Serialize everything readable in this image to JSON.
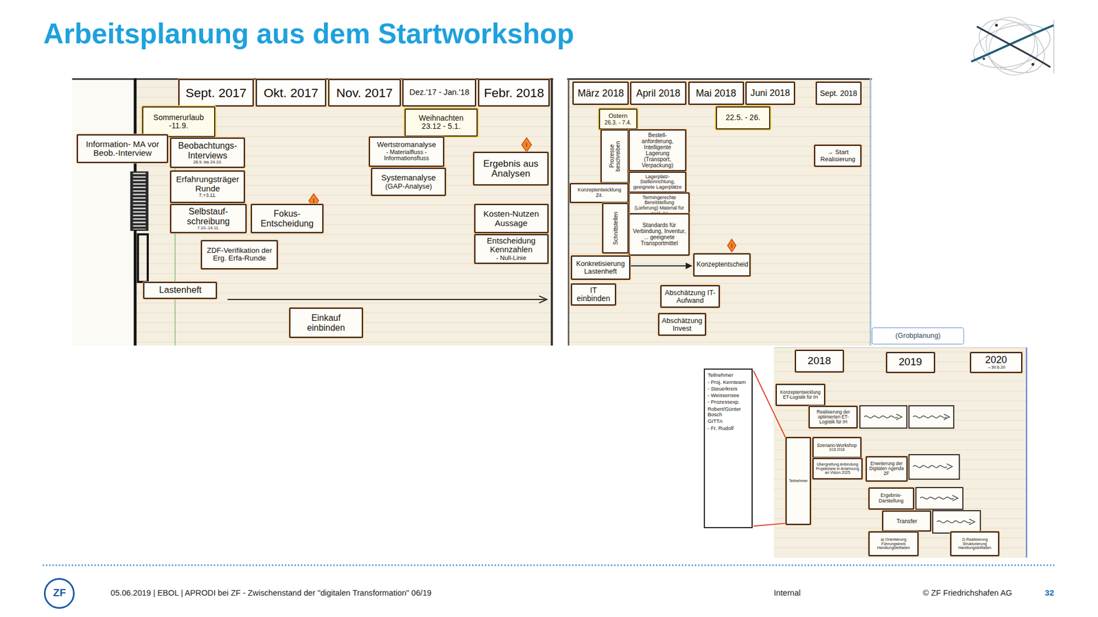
{
  "diagram": {
    "title": "Arbeitsplanung aus dem Startworkshop",
    "nodes": [
      {
        "text": [
          "Sept. 2017"
        ]
      },
      {
        "text": [
          "Okt. 2017"
        ]
      },
      {
        "text": [
          "Nov. 2017"
        ]
      },
      {
        "text": [
          "Dez.'17 - Jan.'18"
        ]
      },
      {
        "text": [
          "Febr. 2018"
        ]
      },
      {
        "text": [
          "Sommerurlaub",
          "-11.9."
        ]
      },
      {
        "text": [
          "Weihnachten",
          "23.12 - 5.1."
        ]
      },
      {
        "text": [
          "Information- MA vor Beob.-Interview"
        ]
      },
      {
        "text": [
          "Beobachtungs-Interviews",
          "28.9. bis 24.10."
        ]
      },
      {
        "text": [
          "Erfahrungsträger Runde",
          "7.+3.11."
        ]
      },
      {
        "text": [
          "Selbstauf- schreibung",
          "7.10.-14.11."
        ]
      },
      {
        "text": [
          "Fokus- Entscheidung"
        ]
      },
      {
        "text": [
          "ZDF-Verifikation der Erg. Erfa-Runde"
        ]
      },
      {
        "text": [
          "Lastenheft"
        ]
      },
      {
        "text": [
          "Einkauf einbinden"
        ]
      },
      {
        "text": [
          "Wertstromanalyse",
          "- Materialfluss - Informationsfluss"
        ]
      },
      {
        "text": [
          "Systemanalyse",
          "(GAP-Analyse)"
        ]
      },
      {
        "text": [
          "Ergebnis aus Analysen"
        ]
      },
      {
        "text": [
          "Kosten-Nutzen Aussage"
        ]
      },
      {
        "text": [
          "Entscheidung Kennzahlen",
          "- Null-Linie"
        ]
      },
      {
        "text": [
          "März 2018"
        ]
      },
      {
        "text": [
          "April 2018"
        ]
      },
      {
        "text": [
          "Mai 2018"
        ]
      },
      {
        "text": [
          "Juni 2018"
        ]
      },
      {
        "text": [
          "Sept. 2018"
        ]
      },
      {
        "text": [
          "Ostern",
          "26.3. - 7.4."
        ]
      },
      {
        "text": [
          "22.5. - 26."
        ]
      },
      {
        "text": [
          "Prozesse beschreiben"
        ]
      },
      {
        "text": [
          "Bestell- anforderung, Intelligente Lagerung (Transport, Verpackung)"
        ]
      },
      {
        "text": [
          "Lagerplatz-Stelleinrichtung, geeignete Lagerplätze"
        ]
      },
      {
        "text": [
          "Termingerechte Bereitstellung (Lieferung) Material für gepl. IH"
        ]
      },
      {
        "text": [
          "Standards für Verbindung, Inventur, ... geeignete Transportmittel"
        ]
      },
      {
        "text": [
          "Konzeptentwicklung",
          "Z4."
        ]
      },
      {
        "text": [
          "Schnittstellen"
        ]
      },
      {
        "text": [
          "Konkretisierung Lastenheft"
        ]
      },
      {
        "text": [
          "IT einbinden"
        ]
      },
      {
        "text": [
          "Konzeptentscheid"
        ]
      },
      {
        "text": [
          "Abschätzung IT-Aufwand"
        ]
      },
      {
        "text": [
          "Abschätzung Invest"
        ]
      },
      {
        "text": [
          "→ Start Realisierung"
        ]
      },
      {
        "text": [
          "(Grobplanung)"
        ]
      },
      {
        "text": [
          "2018"
        ]
      },
      {
        "text": [
          "2019"
        ]
      },
      {
        "text": [
          "2020",
          "→30.6.20"
        ]
      },
      {
        "text": [
          "Konzeptentwicklung ET-Logistik für IH"
        ]
      },
      {
        "text": [
          "Realisierung der optimierten ET-Logistik für IH"
        ]
      },
      {
        "text": [
          "Teilnehmer"
        ]
      },
      {
        "text": [
          "Szenario-Workshop",
          "3/18 2018"
        ]
      },
      {
        "text": [
          "Übergreifung Anbindung Projektziele in Anlehnung an Vision 2025"
        ]
      },
      {
        "text": [
          "Erweiterung der Digitalen Agenda ZF"
        ]
      },
      {
        "text": [
          "Ergebnis-Darstellung"
        ]
      },
      {
        "text": [
          "Transfer"
        ]
      },
      {
        "text": [
          "a) Orientierung Führungskreis Handlungsleitfaden"
        ]
      },
      {
        "text": [
          "2) Realisierung Strukturierung Handlungsleitfaden"
        ]
      },
      {
        "text": [
          "Teilnehmer",
          "- Proj. Kernteam",
          "- Steuerkreis",
          "- Weissensee",
          "- Prozessexp.",
          "Robert/Günter Bosch",
          "GITTA",
          "- Fr. Rudolf"
        ]
      },
      {
        "text": [
          "ZF"
        ]
      }
    ],
    "edges": [
      {
        "from": 34,
        "to": 36,
        "arrow": "to"
      }
    ],
    "labels": [
      "05.06.2019 | EBOL | APRODI bei ZF - Zwischenstand der \"digitalen Transformation\" 06/19",
      "Internal",
      "© ZF Friedrichshafen AG",
      "32"
    ]
  }
}
